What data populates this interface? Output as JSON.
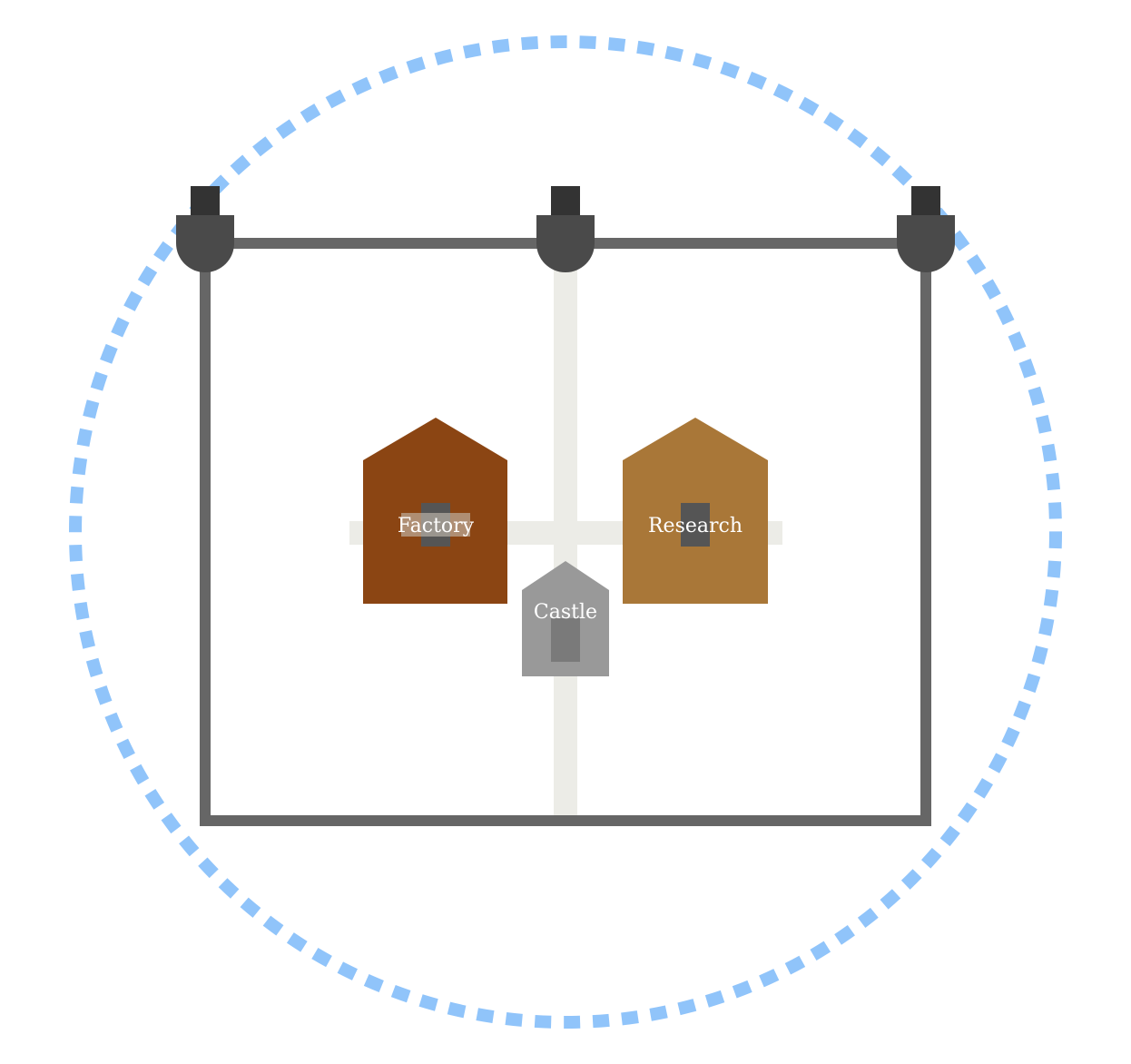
{
  "buildings": {
    "factory": {
      "label": "Factory",
      "color": "#8B4513"
    },
    "research": {
      "label": "Research",
      "color": "#A97738"
    },
    "castle": {
      "label": "Castle",
      "color": "#999999"
    }
  },
  "colors": {
    "range_ring": "#90C4FA",
    "wall": "#666666",
    "tower": "#4A4A4A",
    "tower_top": "#333333",
    "road": "#ECECE7",
    "door": "#555555",
    "castle_door": "#7A7A7A",
    "background": "#FFFFFF"
  },
  "icons": {
    "tower": "tower-icon",
    "building": "house-icon"
  }
}
